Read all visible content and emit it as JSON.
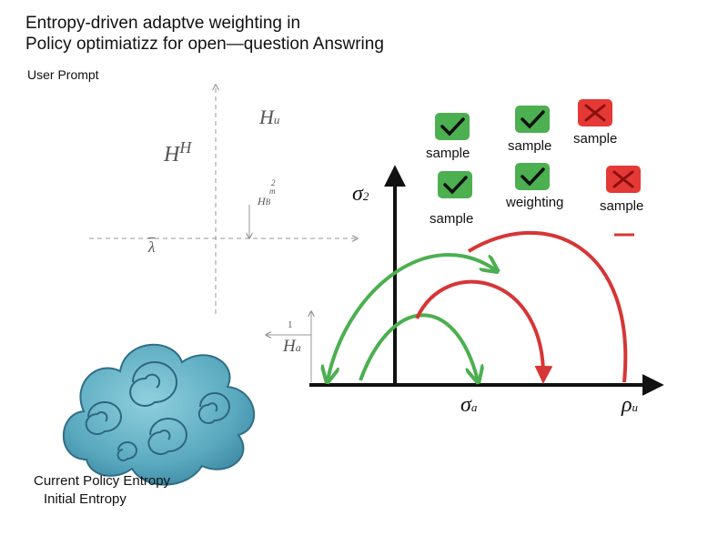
{
  "title": {
    "line1": "Entropy-driven adaptve weighting in",
    "line2": "Policy optimiatizz for open—question Answring"
  },
  "user_prompt": "User Prompt",
  "left_plot": {
    "label_h_u": "H",
    "label_h_u_sub": "u",
    "label_hh_base": "H",
    "label_hh_sup": "H",
    "label_hb": "H",
    "label_hb_sub": "B",
    "label_hb_sup1": "2",
    "label_hb_sup2": "m",
    "label_lambda": "λ",
    "label_one": "1",
    "label_ha": "H",
    "label_ha_sub": "a"
  },
  "main_plot": {
    "y_label": "σ",
    "y_label_sub": "2",
    "x_label_mid": "σ",
    "x_label_mid_sub": "a",
    "x_label_right": "ρ",
    "x_label_right_sub": "u",
    "colors": {
      "axis": "#111111",
      "green": "#4caf50",
      "red": "#d63636"
    }
  },
  "samples": [
    {
      "label": "sample",
      "status": "check",
      "icon": "check-icon"
    },
    {
      "label": "sample",
      "status": "check",
      "icon": "check-icon"
    },
    {
      "label": "sample",
      "status": "cross",
      "icon": "cross-icon"
    },
    {
      "label": "sample",
      "status": "check",
      "icon": "check-icon"
    },
    {
      "label": "weighting",
      "status": "check",
      "icon": "check-icon"
    },
    {
      "label": "sample",
      "status": "cross",
      "icon": "cross-icon"
    }
  ],
  "bottom": {
    "line1": "Current Policy Entropy",
    "line2": "Initial Entropy"
  }
}
